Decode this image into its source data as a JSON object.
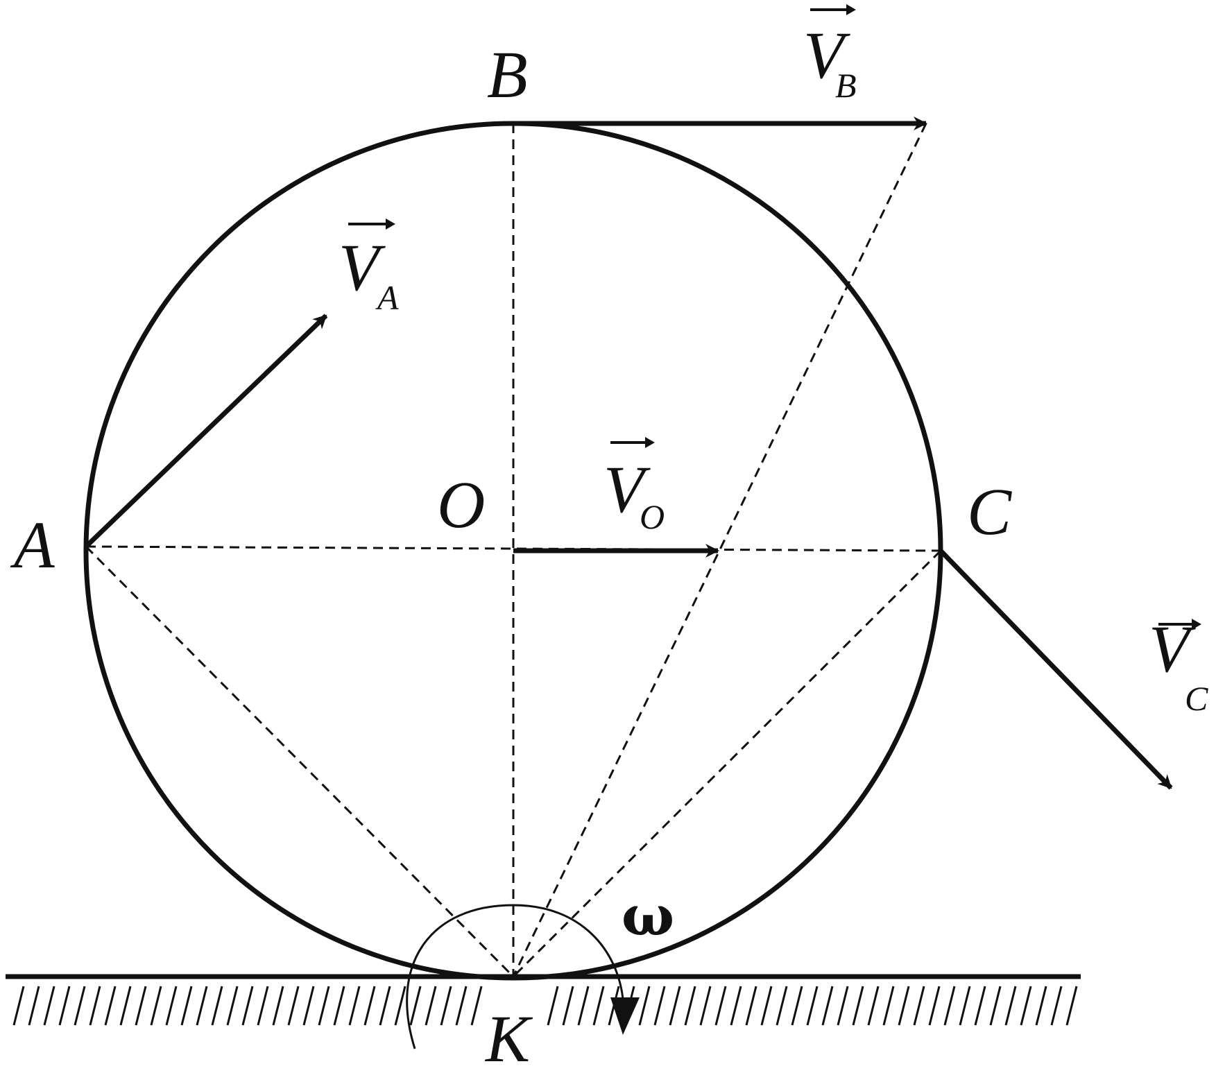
{
  "diagram": {
    "colors": {
      "ink": "#111111",
      "background": "#ffffff"
    },
    "points": {
      "A": "A",
      "B": "B",
      "C": "C",
      "O": "O",
      "K": "K"
    },
    "vectors": {
      "VA": {
        "main": "V",
        "sub": "A"
      },
      "VB": {
        "main": "V",
        "sub": "B"
      },
      "VC": {
        "main": "V",
        "sub": "C"
      },
      "VO": {
        "main": "V",
        "sub": "O"
      }
    },
    "angular_velocity": "ω"
  }
}
